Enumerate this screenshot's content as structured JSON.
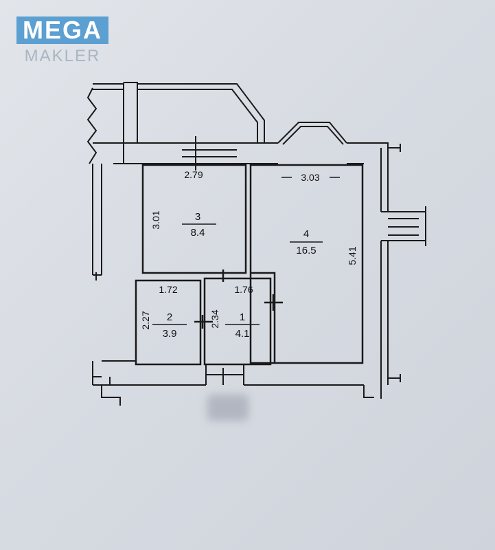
{
  "logo": {
    "line1": "MEGA",
    "line2": "MAKLER"
  },
  "rooms": [
    {
      "number": "1",
      "area": "4.1"
    },
    {
      "number": "2",
      "area": "3.9"
    },
    {
      "number": "3",
      "area": "8.4"
    },
    {
      "number": "4",
      "area": "16.5"
    }
  ],
  "dimensions": {
    "room3_width": "2.79",
    "room3_height": "3.01",
    "room4_width": "3.03",
    "room4_height": "5.41",
    "room2_width": "1.72",
    "room2_height": "2.27",
    "room1_width": "1.76",
    "room1_height": "2.34"
  },
  "colors": {
    "logo_blue": "#5c9fd1",
    "logo_grey": "#a9b6c3",
    "wall": "#1a1a1a"
  }
}
